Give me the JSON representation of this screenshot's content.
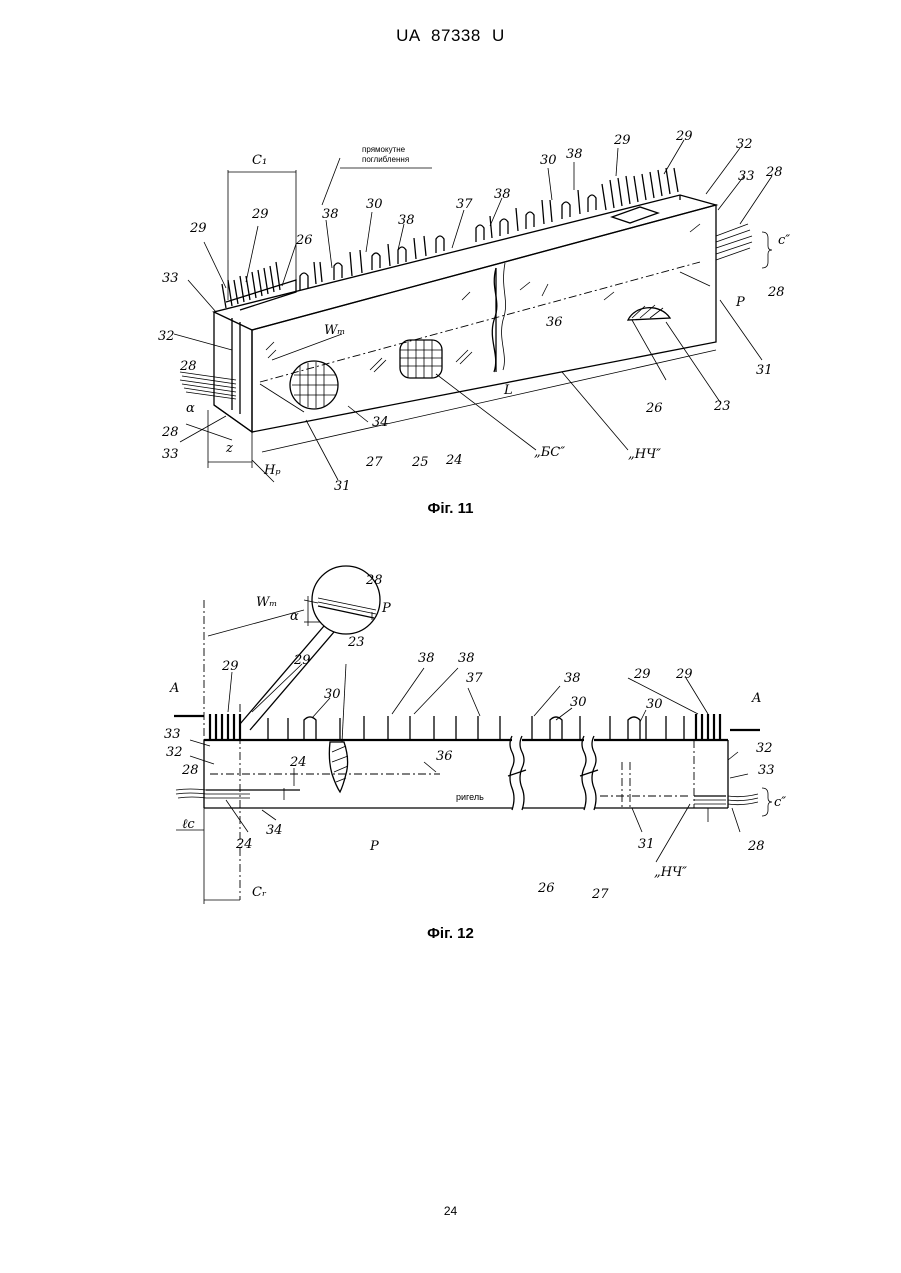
{
  "header": {
    "text": "UA   87338   U"
  },
  "fig11": {
    "caption": "Фіг. 11",
    "note_line1": "прямокутне",
    "note_line2": "поглиблення",
    "labels": {
      "c1": "C₁",
      "29a": "29",
      "29b": "29",
      "26a": "26",
      "38a": "38",
      "30a": "30",
      "38b": "38",
      "37": "37",
      "38c": "38",
      "30b": "30",
      "38d": "38",
      "29c": "29",
      "29d": "29",
      "32a": "32",
      "33a": "33",
      "28a": "28",
      "c2": "c″",
      "28b": "28",
      "33b": "33",
      "32b": "32",
      "wm": "Wₘ",
      "p": "P",
      "l": "L",
      "36": "36",
      "31a": "31",
      "28c": "28",
      "alpha": "α",
      "28d": "28",
      "33c": "33",
      "z": "z",
      "hp": "Hₚ",
      "34": "34",
      "27": "27",
      "25": "25",
      "24": "24",
      "31b": "31",
      "bc": "„БС″",
      "26b": "26",
      "23": "23",
      "nch": "„НЧ″"
    }
  },
  "fig12": {
    "caption": "Фіг. 12",
    "beam_label": "ригель",
    "labels": {
      "28a": "28",
      "p1": "P",
      "wm": "Wₘ",
      "alpha": "α",
      "23": "23",
      "29a": "29",
      "29b": "29",
      "38a": "38",
      "38b": "38",
      "a1": "A",
      "30a": "30",
      "37": "37",
      "38c": "38",
      "30b": "30",
      "29c": "29",
      "29d": "29",
      "30c": "30",
      "a2": "A",
      "33a": "33",
      "32a": "32",
      "36": "36",
      "24a": "24",
      "32b": "32",
      "33b": "33",
      "28b": "28",
      "c2": "c″",
      "lc": "ℓc",
      "34": "34",
      "24b": "24",
      "p2": "P",
      "26": "26",
      "27": "27",
      "31": "31",
      "28c": "28",
      "nch": "„НЧ″",
      "cr": "Cᵣ"
    }
  },
  "page_number": "24"
}
